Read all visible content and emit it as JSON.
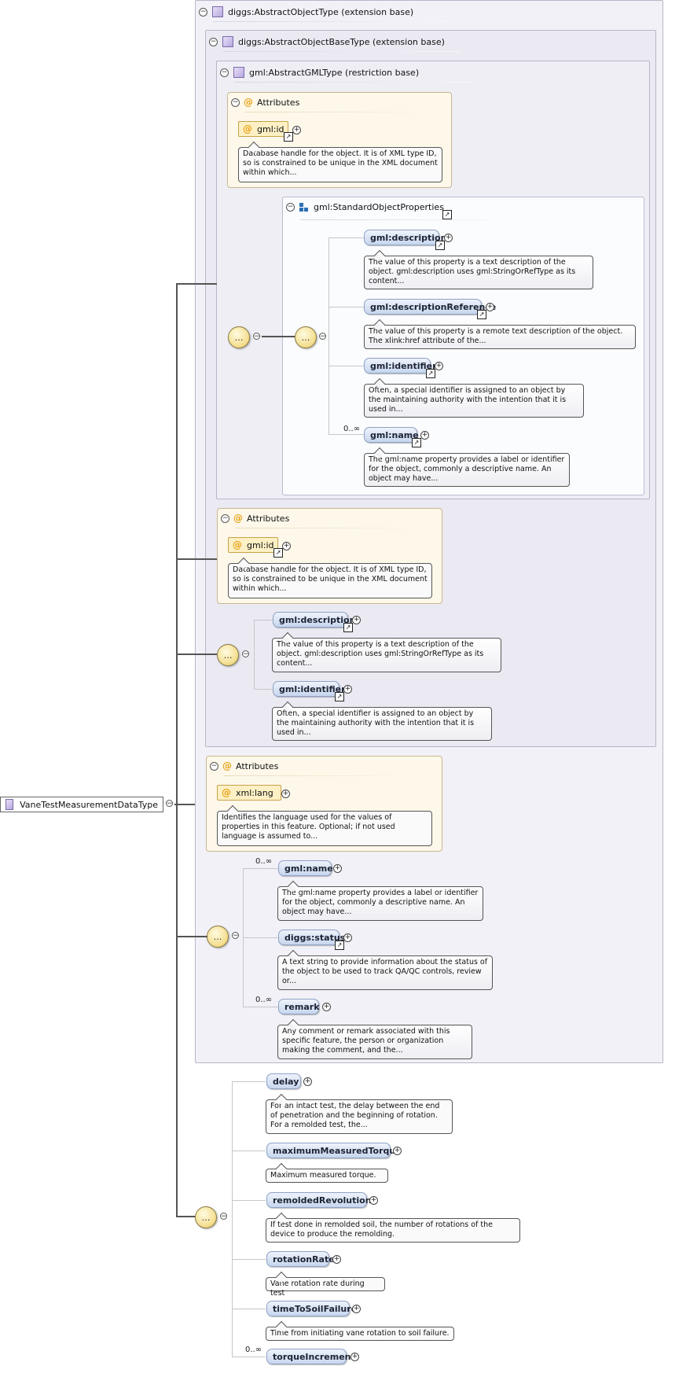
{
  "root": {
    "label": "VaneTestMeasurementDataType"
  },
  "types": {
    "abstract_object": "diggs:AbstractObjectType (extension base)",
    "abstract_object_base": "diggs:AbstractObjectBaseType (extension base)",
    "abstract_gml": "gml:AbstractGMLType (restriction base)"
  },
  "attributes_label": "Attributes",
  "std_props_label": "gml:StandardObjectProperties",
  "gml_id": {
    "label": "gml:id",
    "doc": "Database handle for the object. It is of XML type ID, so is constrained to be unique in the XML document within which..."
  },
  "std_props": [
    {
      "label": "gml:description",
      "doc": "The value of this property is a text description of the object. gml:description uses gml:StringOrRefType as its content..."
    },
    {
      "label": "gml:descriptionReference",
      "doc": "The value of this property is a remote text description of the object. The xlink:href attribute of the..."
    },
    {
      "label": "gml:identifier",
      "doc": "Often, a special identifier is assigned to an object by the maintaining authority with the intention that it is used in..."
    },
    {
      "label": "gml:name",
      "doc": "The gml:name property provides a label or identifier for the object, commonly a descriptive name. An object may have...",
      "mult": "0..∞"
    }
  ],
  "xml_lang": {
    "label": "xml:lang",
    "doc": "Identifies the language used for the values of properties in this feature. Optional; if not used language is assumed to..."
  },
  "base_seq": [
    {
      "label": "gml:name",
      "doc": "The gml:name property provides a label or identifier for the object, commonly a descriptive name. An object may have...",
      "mult": "0..∞"
    },
    {
      "label": "diggs:status",
      "doc": "A text string to provide information about the status of the object to be used to track QA/QC controls, review or..."
    },
    {
      "label": "remark",
      "doc": "Any comment or remark associated with this specific feature, the person or organization making the comment, and the...",
      "mult": "0..∞"
    }
  ],
  "vane_seq": [
    {
      "label": "delay",
      "doc": "For an intact test, the delay between the end of penetration and the beginning of rotation. For a remolded test, the..."
    },
    {
      "label": "maximumMeasuredTorque",
      "doc": "Maximum measured torque."
    },
    {
      "label": "remoldedRevolutions",
      "doc": "If test done in remolded soil, the number of rotations of the device to produce the remolding."
    },
    {
      "label": "rotationRate",
      "doc": "Vane rotation rate during test"
    },
    {
      "label": "timeToSoilFailure",
      "doc": "Time from initiating vane rotation to soil failure."
    },
    {
      "label": "torqueIncrement",
      "mult": "0..∞"
    }
  ],
  "icons": {
    "collapse": "−",
    "expand": "+",
    "ref_arrow": "↗",
    "sequence": "…"
  }
}
